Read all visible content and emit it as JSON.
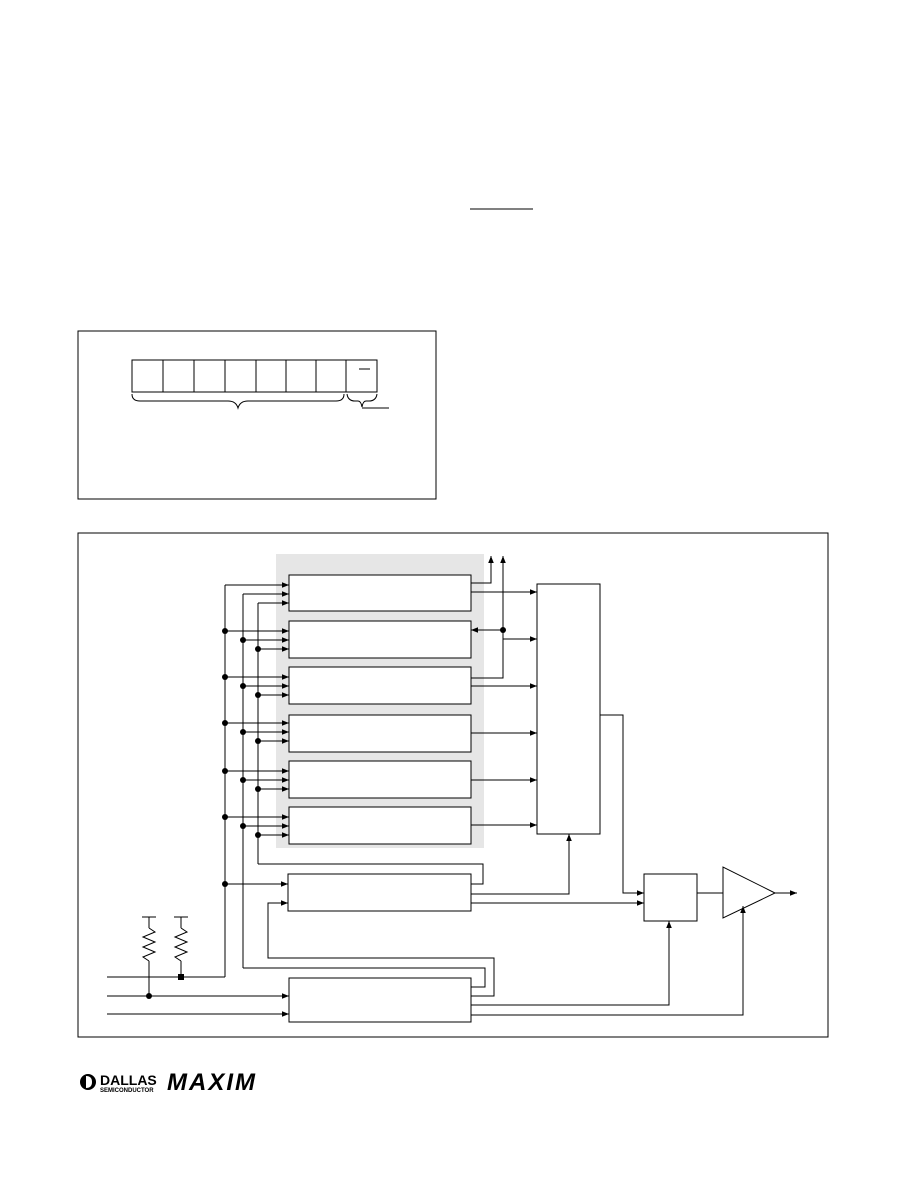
{
  "logos": {
    "dallas_name": "DALLAS",
    "dallas_sub": "SEMICONDUCTOR",
    "maxim": "MAXIM"
  },
  "colors": {
    "line": "#000000",
    "shade": "#e6e6e6",
    "background": "#ffffff"
  }
}
